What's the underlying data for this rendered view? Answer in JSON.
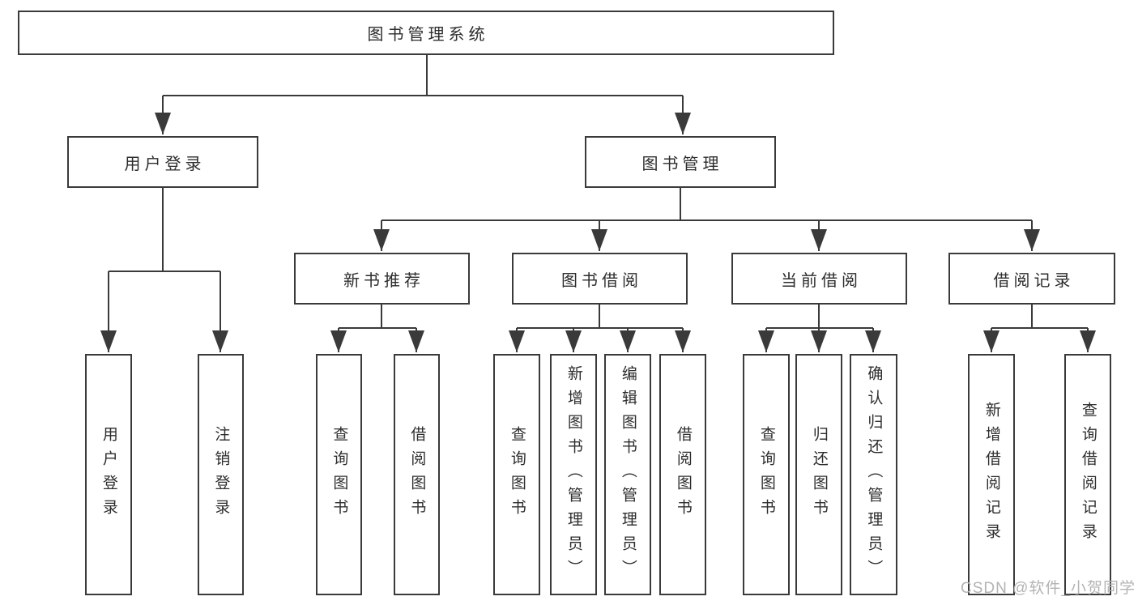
{
  "root": {
    "label": "图书管理系统"
  },
  "user_login": {
    "label": "用户登录",
    "children": [
      {
        "label": "用户登录"
      },
      {
        "label": "注销登录"
      }
    ]
  },
  "book_management": {
    "label": "图书管理",
    "children": [
      {
        "label": "新书推荐",
        "children": [
          {
            "label": "查询图书"
          },
          {
            "label": "借阅图书"
          }
        ]
      },
      {
        "label": "图书借阅",
        "children": [
          {
            "label": "查询图书"
          },
          {
            "label": "新增图书（管理员）"
          },
          {
            "label": "编辑图书（管理员）"
          },
          {
            "label": "借阅图书"
          }
        ]
      },
      {
        "label": "当前借阅",
        "children": [
          {
            "label": "查询图书"
          },
          {
            "label": "归还图书"
          },
          {
            "label": "确认归还（管理员）"
          }
        ]
      },
      {
        "label": "借阅记录",
        "children": [
          {
            "label": "新增借阅记录"
          },
          {
            "label": "查询借阅记录"
          }
        ]
      }
    ]
  },
  "watermark": {
    "text": "CSDN @软件_小贺同学"
  },
  "colors": {
    "line": "#3a3a3a",
    "box_border": "#3a3a3a",
    "text": "#2d2d2d",
    "watermark": "#b3b3b3",
    "background": "#ffffff"
  }
}
